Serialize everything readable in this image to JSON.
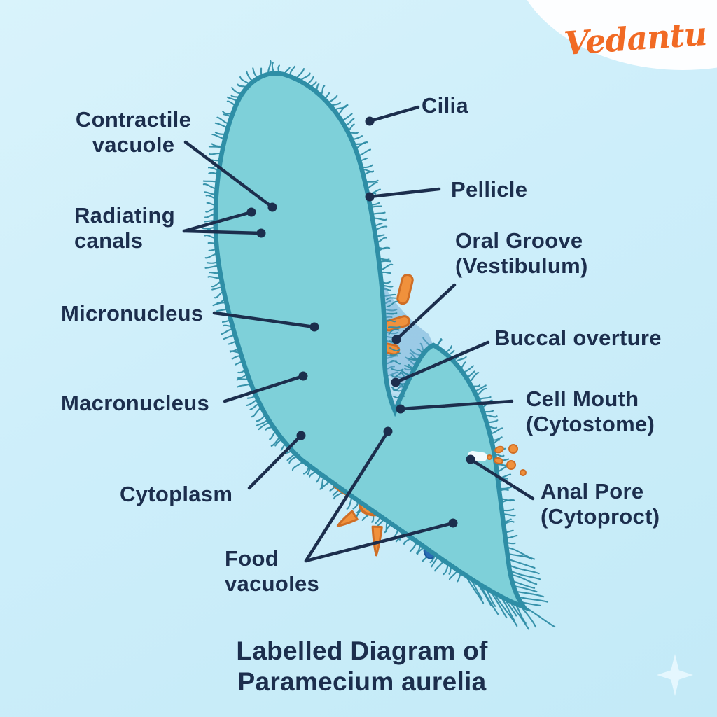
{
  "logo": {
    "text": "Vedantu"
  },
  "title": {
    "text": "Labelled Diagram of\nParamecium aurelia"
  },
  "labels": {
    "contractile_vacuole": "Contractile\nvacuole",
    "radiating_canals": "Radiating\ncanals",
    "micronucleus": "Micronucleus",
    "macronucleus": "Macronucleus",
    "cytoplasm": "Cytoplasm",
    "food_vacuoles": "Food\nvacuoles",
    "cilia": "Cilia",
    "pellicle": "Pellicle",
    "oral_groove": "Oral Groove\n(Vestibulum)",
    "buccal_overture": "Buccal overture",
    "cell_mouth": "Cell Mouth\n(Cytostome)",
    "anal_pore": "Anal Pore\n(Cytoproct)"
  },
  "colors": {
    "background": "#cdeefa",
    "cell_fill": "#7ed0d9",
    "cell_outline": "#2e8ea6",
    "cilia": "#2f8da7",
    "organelle_orange": "#f0913c",
    "organelle_orange_outline": "#cf6e26",
    "vacuole_yellow": "#f8d05e",
    "nucleus_blue": "#2e6db6",
    "label_text": "#1c2e4d",
    "logo_orange": "#f16a24"
  }
}
